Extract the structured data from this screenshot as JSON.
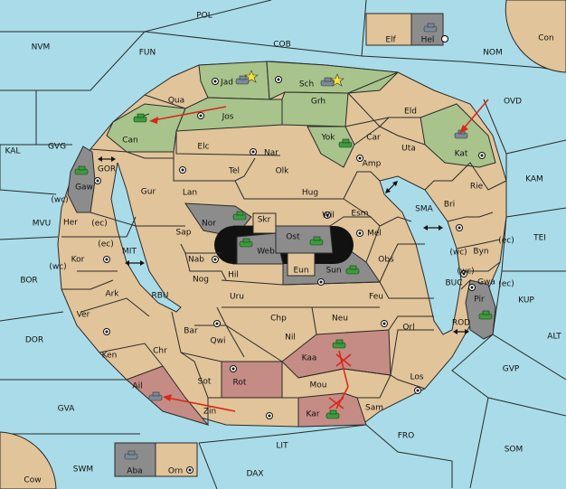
{
  "colors": {
    "sea": "#a9dce8",
    "neutral_land": "#e2c49a",
    "green_owner": "#a8c48c",
    "grey_owner": "#8c8c8c",
    "red_owner": "#c48c84",
    "order_arrow": "#d8281c"
  },
  "provinces": {
    "pol": "POL",
    "nvm": "NVM",
    "fun": "FUN",
    "cob": "COB",
    "nom": "NOM",
    "con": "Con",
    "elf": "Elf",
    "hel": "Hel",
    "ovd": "OVD",
    "kal": "KAL",
    "gvg": "GVG",
    "kam": "KAM",
    "mvu": "MVU",
    "tei": "TEI",
    "bor": "BOR",
    "kup": "KUP",
    "dor": "DOR",
    "alt": "ALT",
    "gvp": "GVP",
    "gva": "GVA",
    "fro": "FRO",
    "som": "SOM",
    "swm": "SWM",
    "lit": "LIT",
    "dax": "DAX",
    "cow": "Cow",
    "aba": "Aba",
    "orn": "Orn",
    "jad": "Jad",
    "sch": "Sch",
    "qua": "Qua",
    "jos": "Jos",
    "grh": "Grh",
    "can": "Can",
    "elc": "Elc",
    "nar": "Nar",
    "yok": "Yok",
    "car": "Car",
    "eld": "Eld",
    "uta": "Uta",
    "kat": "Kat",
    "gor": "GOR",
    "gaw": "Gaw",
    "tel": "Tel",
    "olk": "Olk",
    "amp": "Amp",
    "gur": "Gur",
    "lan": "Lan",
    "hug": "Hug",
    "rie": "Rie",
    "bri": "Bri",
    "wc1": "(wc)",
    "her": "Her",
    "ec1": "(ec)",
    "nor": "Nor",
    "wil": "Wil",
    "esm": "Esm",
    "sma": "SMA",
    "sap": "Sap",
    "skr": "Skr",
    "ost": "Ost",
    "web": "Web",
    "mel": "Mel",
    "ec2": "(ec)",
    "kor": "Kor",
    "wc2": "(wc)",
    "mit": "MIT",
    "nab": "Nab",
    "eun": "Eun",
    "sun": "Sun",
    "obs": "Obs",
    "wc3": "(wc)",
    "byn": "Byn",
    "ec3": "(ec)",
    "gwa": "Gwa",
    "ec4": "(ec)",
    "ark": "Ark",
    "hil": "Hil",
    "rbu": "RBU",
    "nog": "Nog",
    "uru": "Uru",
    "feu": "Feu",
    "buc": "BUC",
    "pir": "Pir",
    "ver": "Ver",
    "chp": "Chp",
    "neu": "Neu",
    "bar": "Bar",
    "qwi": "Qwi",
    "nil": "Nil",
    "orl": "Orl",
    "rod": "ROD",
    "ken": "Ken",
    "chr": "Chr",
    "kaa": "Kaa",
    "ail": "Ail",
    "sot": "Sot",
    "rot": "Rot",
    "mou": "Mou",
    "los": "Los",
    "zin": "Zin",
    "kar": "Kar",
    "sam": "Sam"
  }
}
